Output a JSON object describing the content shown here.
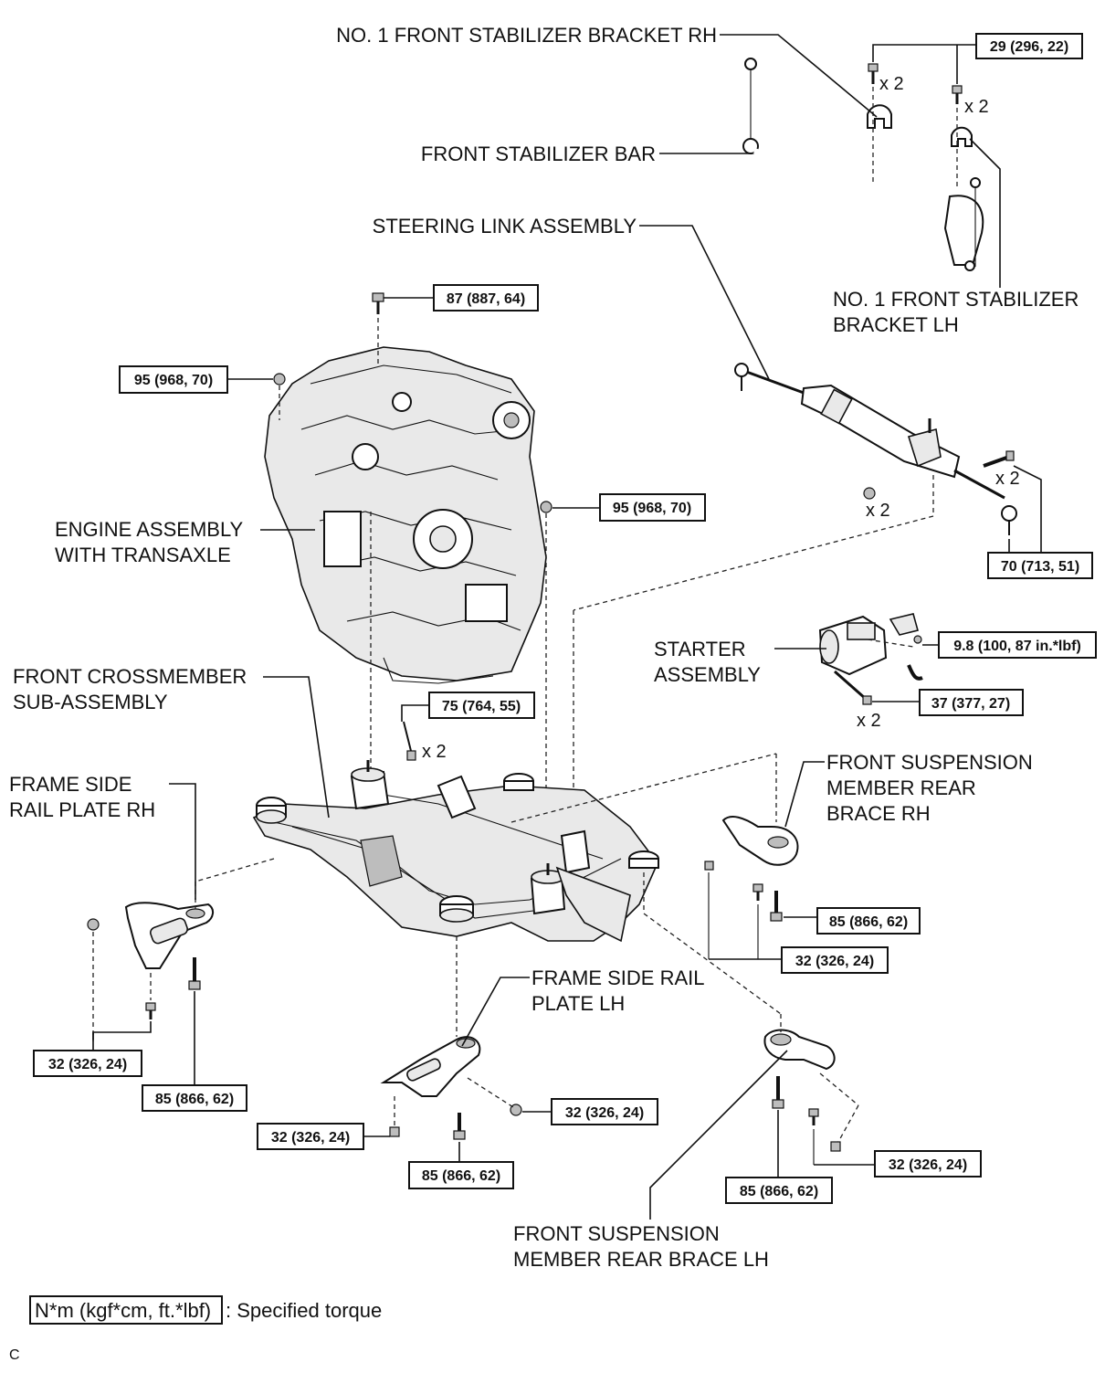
{
  "labels": {
    "stab_bracket_rh": "NO. 1 FRONT STABILIZER BRACKET RH",
    "stab_bar": "FRONT STABILIZER BAR",
    "steering_link": "STEERING LINK ASSEMBLY",
    "stab_bracket_lh_1": "NO. 1 FRONT STABILIZER",
    "stab_bracket_lh_2": "BRACKET LH",
    "engine_1": "ENGINE ASSEMBLY",
    "engine_2": "WITH TRANSAXLE",
    "starter_1": "STARTER",
    "starter_2": "ASSEMBLY",
    "crossmember_1": "FRONT CROSSMEMBER",
    "crossmember_2": "SUB-ASSEMBLY",
    "rail_rh_1": "FRAME SIDE",
    "rail_rh_2": "RAIL PLATE RH",
    "brace_rh_1": "FRONT SUSPENSION",
    "brace_rh_2": "MEMBER REAR",
    "brace_rh_3": "BRACE RH",
    "rail_lh_1": "FRAME SIDE RAIL",
    "rail_lh_2": "PLATE LH",
    "brace_lh_1": "FRONT SUSPENSION",
    "brace_lh_2": "MEMBER REAR BRACE LH"
  },
  "torques": {
    "t_29": "29 (296, 22)",
    "t_87": "87 (887, 64)",
    "t_95a": "95 (968, 70)",
    "t_95b": "95 (968, 70)",
    "t_70": "70 (713, 51)",
    "t_98": "9.8 (100, 87 in.*lbf)",
    "t_37": "37 (377, 27)",
    "t_75": "75 (764, 55)",
    "t_85_brace_rh": "85 (866, 62)",
    "t_32_brace_rh": "32 (326, 24)",
    "t_32_rail_rh": "32 (326, 24)",
    "t_85_rail_rh": "85 (866, 62)",
    "t_32_rail_lh_nut": "32 (326, 24)",
    "t_32_rail_lh_bolt": "32 (326, 24)",
    "t_85_rail_lh": "85 (866, 62)",
    "t_85_brace_lh": "85 (866, 62)",
    "t_32_brace_lh": "32 (326, 24)"
  },
  "quantities": {
    "q1": "x 2",
    "q2": "x 2",
    "q3": "x 2",
    "q4": "x 2",
    "q5": "x 2",
    "q6": "x 2"
  },
  "legend": {
    "key": "N*m (kgf*cm, ft.*lbf)",
    "text": ": Specified torque"
  },
  "corner_code": "C"
}
